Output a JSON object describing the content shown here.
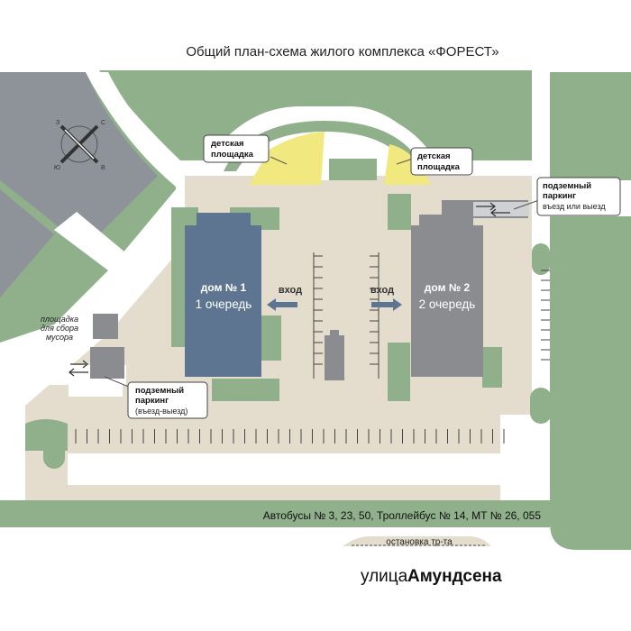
{
  "title": "Общий план-схема жилого комплекса «ФОРЕСТ»",
  "compass": {
    "n": "С",
    "s": "Ю",
    "e": "В",
    "w": "З"
  },
  "buildings": {
    "b1": {
      "name": "дом № 1",
      "phase": "1 очередь"
    },
    "b2": {
      "name": "дом № 2",
      "phase": "2 очередь"
    }
  },
  "entrances": {
    "b1": "вход",
    "b2": "вход"
  },
  "playgrounds": {
    "left": {
      "line1": "детская",
      "line2": "площадка"
    },
    "right": {
      "line1": "детская",
      "line2": "площадка"
    }
  },
  "parking": {
    "right": {
      "line1": "подземный",
      "line2": "паркинг",
      "line3": "въезд или выезд"
    },
    "left": {
      "line1": "подземный",
      "line2": "паркинг",
      "line3": "(въезд-выезд)"
    }
  },
  "garbage": {
    "line1": "площадка",
    "line2": "для сбора",
    "line3": "мусора"
  },
  "transport": "Автобусы № 3, 23, 50, Троллейбус № 14, МТ  № 26, 055",
  "stop": "остановка тр-та",
  "street": {
    "prefix": "улица",
    "name": "Амундсена"
  },
  "colors": {
    "grass": "#8fb08a",
    "paving": "#e4dccd",
    "building1": "#5d7590",
    "building2": "#8a8c90",
    "playground": "#f2e880",
    "road": "#ffffff",
    "neighbor_lot": "#8e939a"
  }
}
